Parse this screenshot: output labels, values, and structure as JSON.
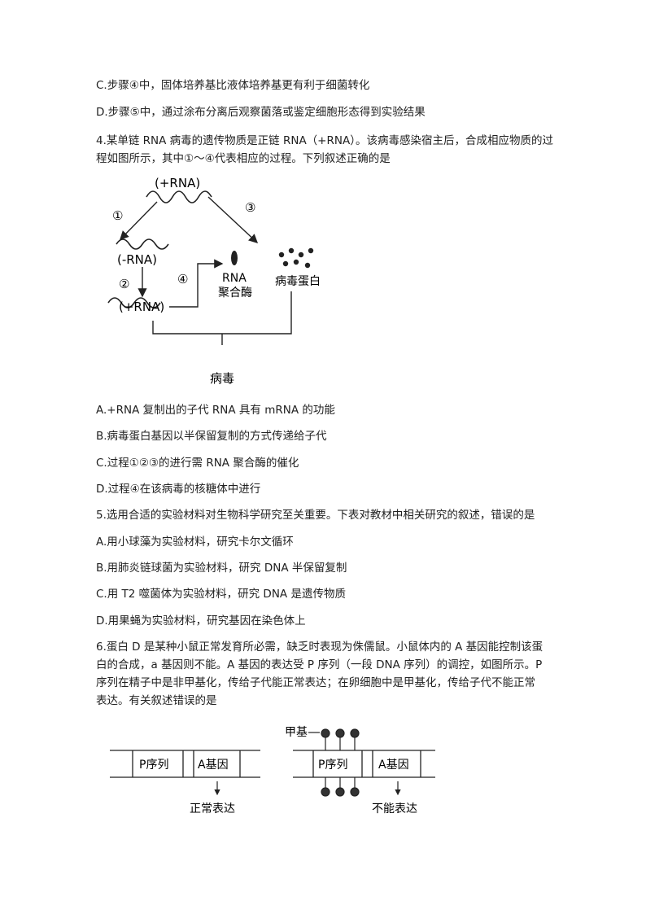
{
  "lines": {
    "q3c": "C.步骤④中，固体培养基比液体培养基更有利于细菌转化",
    "q3d": "D.步骤⑤中，通过涂布分离后观察菌落或鉴定细胞形态得到实验结果",
    "q4_stem_1": "4.某单链 RNA 病毒的遗传物质是正链 RNA（+RNA）。该病毒感染宿主后，合成相应物质的过",
    "q4_stem_2": "程如图所示，其中①～④代表相应的过程。下列叙述正确的是",
    "q4a": "A.+RNA 复制出的子代 RNA 具有 mRNA 的功能",
    "q4b": "B.病毒蛋白基因以半保留复制的方式传递给子代",
    "q4c": "C.过程①②③的进行需 RNA 聚合酶的催化",
    "q4d": "D.过程④在该病毒的核糖体中进行",
    "q5_stem": "5.选用合适的实验材料对生物科学研究至关重要。下表对教材中相关研究的叙述，错误的是",
    "q5a": "A.用小球藻为实验材料，研究卡尔文循环",
    "q5b": "B.用肺炎链球菌为实验材料，研究 DNA 半保留复制",
    "q5c": "C.用 T2 噬菌体为实验材料，研究 DNA 是遗传物质",
    "q5d": "D.用果蝇为实验材料，研究基因在染色体上",
    "q6_stem_1": "6.蛋白 D 是某种小鼠正常发育所必需，缺乏时表现为侏儒鼠。小鼠体内的 A 基因能控制该蛋",
    "q6_stem_2": "白的合成，a 基因则不能。A 基因的表达受 P 序列（一段 DNA 序列）的调控，如图所示。P",
    "q6_stem_3": "序列在精子中是非甲基化，传给子代能正常表达；在卵细胞中是甲基化，传给子代不能正常",
    "q6_stem_4": "表达。有关叙述错误的是"
  },
  "virus_figure": {
    "plus_rna_top": "(+RNA)",
    "minus_rna": "(-RNA)",
    "plus_rna_bottom": "(+RNA)",
    "step1": "①",
    "step2": "②",
    "step3": "③",
    "step4": "④",
    "rna": "RNA",
    "polymerase": "聚合酶",
    "viral_protein": "病毒蛋白",
    "virus": "病毒"
  },
  "methyl_figure": {
    "p_seq": "P序列",
    "a_gene": "A基因",
    "normal": "正常表达",
    "methyl": "甲基",
    "cannot": "不能表达"
  }
}
